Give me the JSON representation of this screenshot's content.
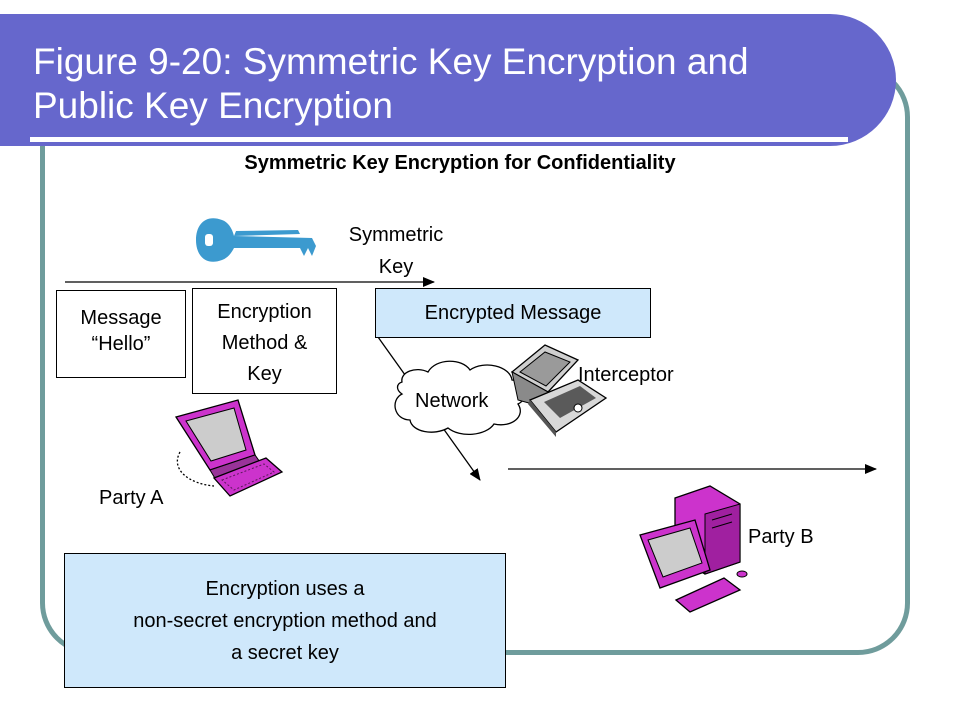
{
  "title": "Figure 9-20: Symmetric Key Encryption and Public Key Encryption",
  "subtitle": "Symmetric Key Encryption for Confidentiality",
  "labels": {
    "symmetric_key": [
      "Symmetric",
      "Key"
    ],
    "message": [
      "Message",
      "“Hello”"
    ],
    "encryption_method": [
      "Encryption",
      "Method &",
      "Key"
    ],
    "encrypted_message": "Encrypted Message",
    "network": "Network",
    "interceptor": "Interceptor",
    "party_a": "Party A",
    "party_b": "Party B",
    "note": [
      "Encryption uses a",
      "non-secret encryption method and",
      "a secret key"
    ]
  },
  "colors": {
    "title_bg": "#6667cc",
    "frame": "#6f9c9c",
    "key": "#3c9acf",
    "encrypted_box": "#cfe8fb",
    "note_box": "#cfe8fb",
    "computer": "#cc33cc"
  },
  "icons": [
    "key-icon",
    "party-a-computer-icon",
    "interceptor-laptop-icon",
    "party-b-computer-icon",
    "network-cloud-icon"
  ]
}
